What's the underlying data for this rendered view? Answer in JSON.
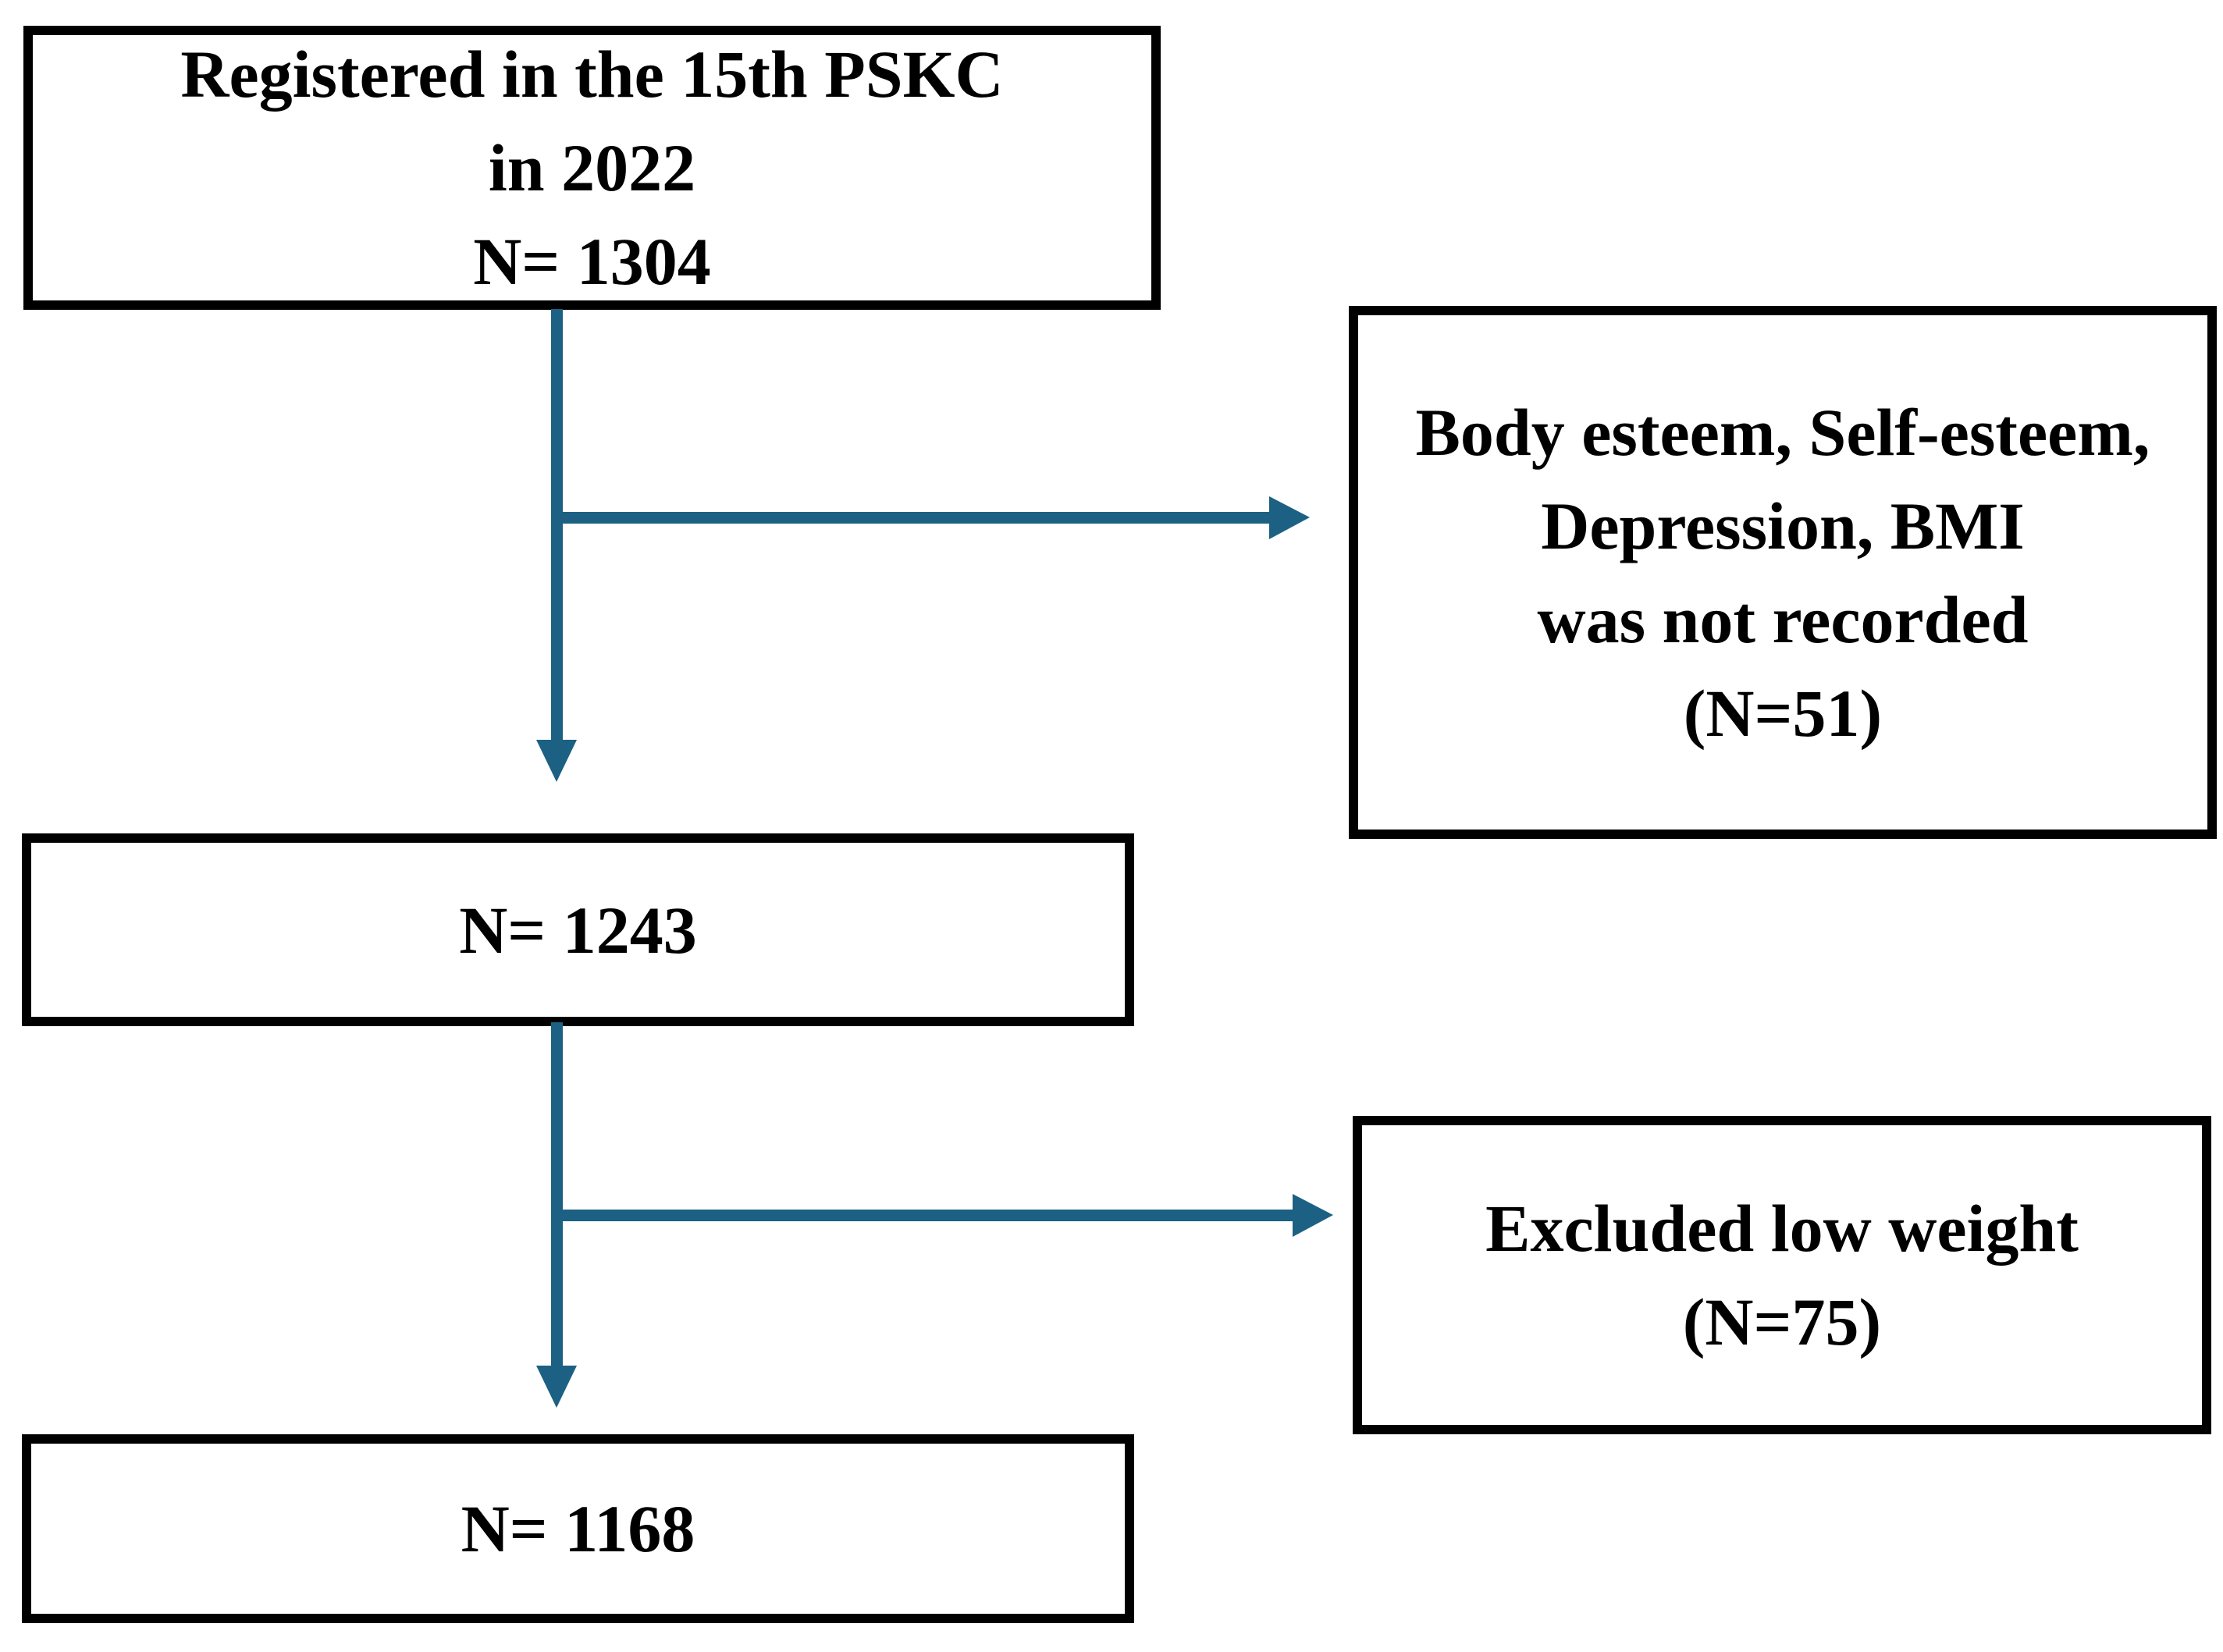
{
  "figure": {
    "boxes": {
      "registered": {
        "lines": [
          "Registered in the 15th PSKC",
          "in 2022",
          "N= 1304"
        ]
      },
      "not_recorded": {
        "lines": [
          "Body esteem, Self-esteem,",
          "Depression, BMI",
          "was not recorded",
          "(N=51)"
        ]
      },
      "after_missing_excluded": {
        "lines": [
          "N= 1243"
        ]
      },
      "excluded_low_weight": {
        "lines": [
          "Excluded low weight",
          "(N=75)"
        ]
      },
      "final_sample": {
        "lines": [
          "N= 1168"
        ]
      }
    },
    "colors": {
      "arrow": "#1c6183",
      "border": "#000000",
      "text": "#000000",
      "bg": "#ffffff"
    }
  }
}
